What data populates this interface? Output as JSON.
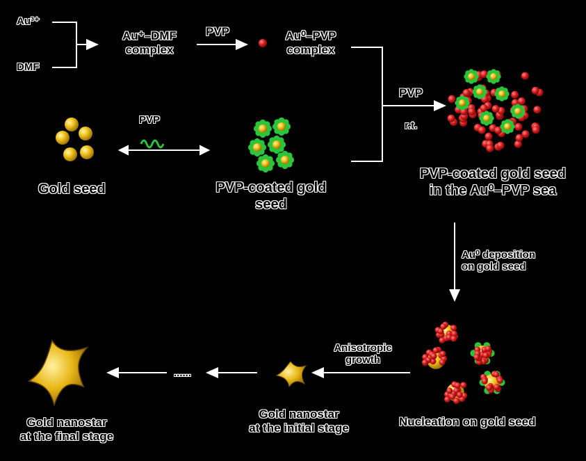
{
  "labels": {
    "au3": "Au³⁺",
    "dmf": "DMF",
    "au1_dmf_line1": "Au⁺–DMF",
    "au1_dmf_line2": "complex",
    "pvp_top": "PVP",
    "au0_pvp_line1": "Au⁰–PVP",
    "au0_pvp_line2": "complex",
    "pvp_right": "PVP",
    "rt": "r.t.",
    "pvp_seed": "PVP",
    "gold_seed": "Gold seed",
    "pvp_coated_line1": "PVP-coated gold",
    "pvp_coated_line2": "seed",
    "sea_line1": "PVP-coated gold seed",
    "sea_line2": "in the Au⁰–PVP sea",
    "deposition_line1": "Au⁰ deposition",
    "deposition_line2": "on gold seed",
    "nucleation": "Nucleation on gold seed",
    "anisotropic_line1": "Anisotropic",
    "anisotropic_line2": "growth",
    "ellipsis": "......",
    "star_initial_line1": "Gold nanostar",
    "star_initial_line2": "at the initial stage",
    "star_final_line1": "Gold nanostar",
    "star_final_line2": "at the final stage"
  },
  "colors": {
    "background": "#000000",
    "gold": "#e8b617",
    "gold_dark": "#a87a08",
    "pvp_green": "#2cc43a",
    "au0_red": "#d81c1c",
    "label_text": "#000000",
    "label_halo": "#ffffff"
  }
}
